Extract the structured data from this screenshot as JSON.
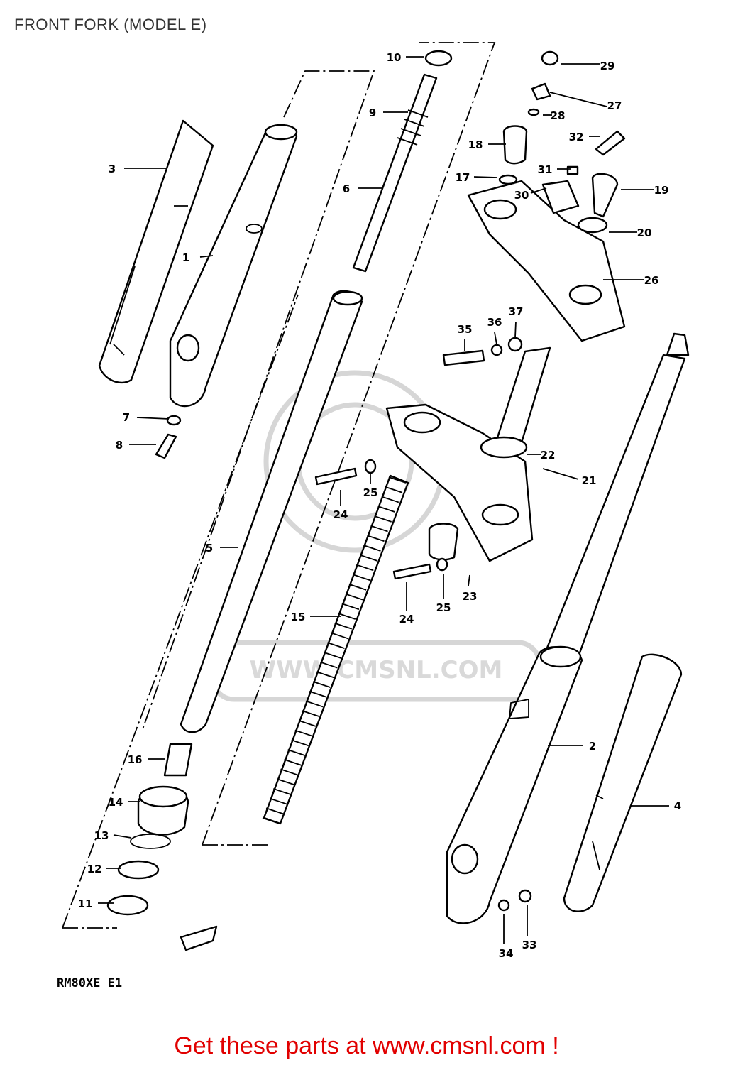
{
  "title": "FRONT FORK (MODEL E)",
  "watermark": "WWW.CMSNL.COM",
  "model_code": "RM80XE E1",
  "promo": "Get these parts at www.cmsnl.com !",
  "colors": {
    "line": "#000000",
    "watermark": "#d9d9d9",
    "promo": "#e10000",
    "title": "#333333"
  },
  "callouts": [
    {
      "id": "c1",
      "label": "1"
    },
    {
      "id": "c2",
      "label": "2"
    },
    {
      "id": "c3",
      "label": "3"
    },
    {
      "id": "c4",
      "label": "4"
    },
    {
      "id": "c5",
      "label": "5"
    },
    {
      "id": "c6",
      "label": "6"
    },
    {
      "id": "c7",
      "label": "7"
    },
    {
      "id": "c8",
      "label": "8"
    },
    {
      "id": "c9",
      "label": "9"
    },
    {
      "id": "c10",
      "label": "10"
    },
    {
      "id": "c11",
      "label": "11"
    },
    {
      "id": "c12",
      "label": "12"
    },
    {
      "id": "c13",
      "label": "13"
    },
    {
      "id": "c14",
      "label": "14"
    },
    {
      "id": "c15",
      "label": "15"
    },
    {
      "id": "c16",
      "label": "16"
    },
    {
      "id": "c17",
      "label": "17"
    },
    {
      "id": "c18",
      "label": "18"
    },
    {
      "id": "c19",
      "label": "19"
    },
    {
      "id": "c20",
      "label": "20"
    },
    {
      "id": "c21",
      "label": "21"
    },
    {
      "id": "c22",
      "label": "22"
    },
    {
      "id": "c23",
      "label": "23"
    },
    {
      "id": "c24a",
      "label": "24"
    },
    {
      "id": "c24b",
      "label": "24"
    },
    {
      "id": "c25a",
      "label": "25"
    },
    {
      "id": "c25b",
      "label": "25"
    },
    {
      "id": "c26",
      "label": "26"
    },
    {
      "id": "c27",
      "label": "27"
    },
    {
      "id": "c28",
      "label": "28"
    },
    {
      "id": "c29",
      "label": "29"
    },
    {
      "id": "c30",
      "label": "30"
    },
    {
      "id": "c31",
      "label": "31"
    },
    {
      "id": "c32",
      "label": "32"
    },
    {
      "id": "c33",
      "label": "33"
    },
    {
      "id": "c34",
      "label": "34"
    },
    {
      "id": "c35",
      "label": "35"
    },
    {
      "id": "c36",
      "label": "36"
    },
    {
      "id": "c37",
      "label": "37"
    }
  ]
}
